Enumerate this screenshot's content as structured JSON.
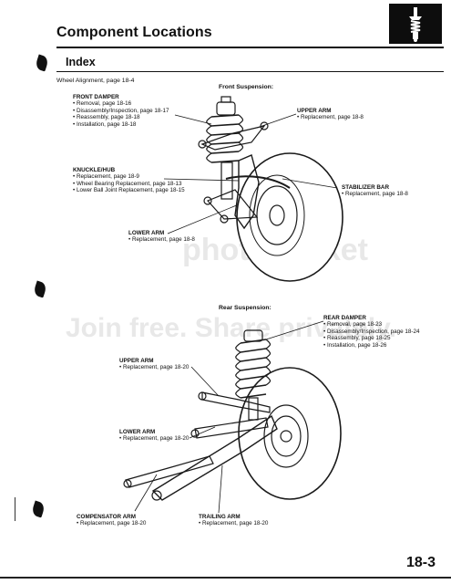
{
  "header": {
    "title": "Component Locations",
    "icon": "shock-absorber-icon"
  },
  "index": {
    "title": "Index",
    "wheel_alignment": "Wheel Alignment, page 18-4"
  },
  "front": {
    "caption": "Front Suspension:",
    "front_damper": {
      "title": "FRONT DAMPER",
      "items": [
        "Removal, page 18-16",
        "Disassembly/Inspection, page 18-17",
        "Reassembly, page 18-18",
        "Installation, page 18-18"
      ]
    },
    "upper_arm": {
      "title": "UPPER ARM",
      "items": [
        "Replacement, page 18-8"
      ]
    },
    "knuckle_hub": {
      "title": "KNUCKLE/HUB",
      "items": [
        "Replacement, page 18-9",
        "Wheel Bearing Replacement, page 18-13",
        "Lower Ball Joint Replacement, page 18-15"
      ]
    },
    "stabilizer_bar": {
      "title": "STABILIZER BAR",
      "items": [
        "Replacement, page 18-8"
      ]
    },
    "lower_arm": {
      "title": "LOWER ARM",
      "items": [
        "Replacement, page 18-8"
      ]
    }
  },
  "rear": {
    "caption": "Rear Suspension:",
    "rear_damper": {
      "title": "REAR DAMPER",
      "items": [
        "Removal, page 18-23",
        "Disassembly/Inspection, page 18-24",
        "Reassembly, page 18-25",
        "Installation, page 18-26"
      ]
    },
    "upper_arm": {
      "title": "UPPER ARM",
      "items": [
        "Replacement, page 18-20"
      ]
    },
    "lower_arm": {
      "title": "LOWER ARM",
      "items": [
        "Replacement, page 18-20"
      ]
    },
    "compensator_arm": {
      "title": "COMPENSATOR ARM",
      "items": [
        "Replacement, page 18-20"
      ]
    },
    "trailing_arm": {
      "title": "TRAILING ARM",
      "items": [
        "Replacement, page 18-20"
      ]
    }
  },
  "watermark": {
    "line1": "photobucket",
    "line2": "Join free. Share privately."
  },
  "footer": {
    "page_number": "18-3"
  }
}
